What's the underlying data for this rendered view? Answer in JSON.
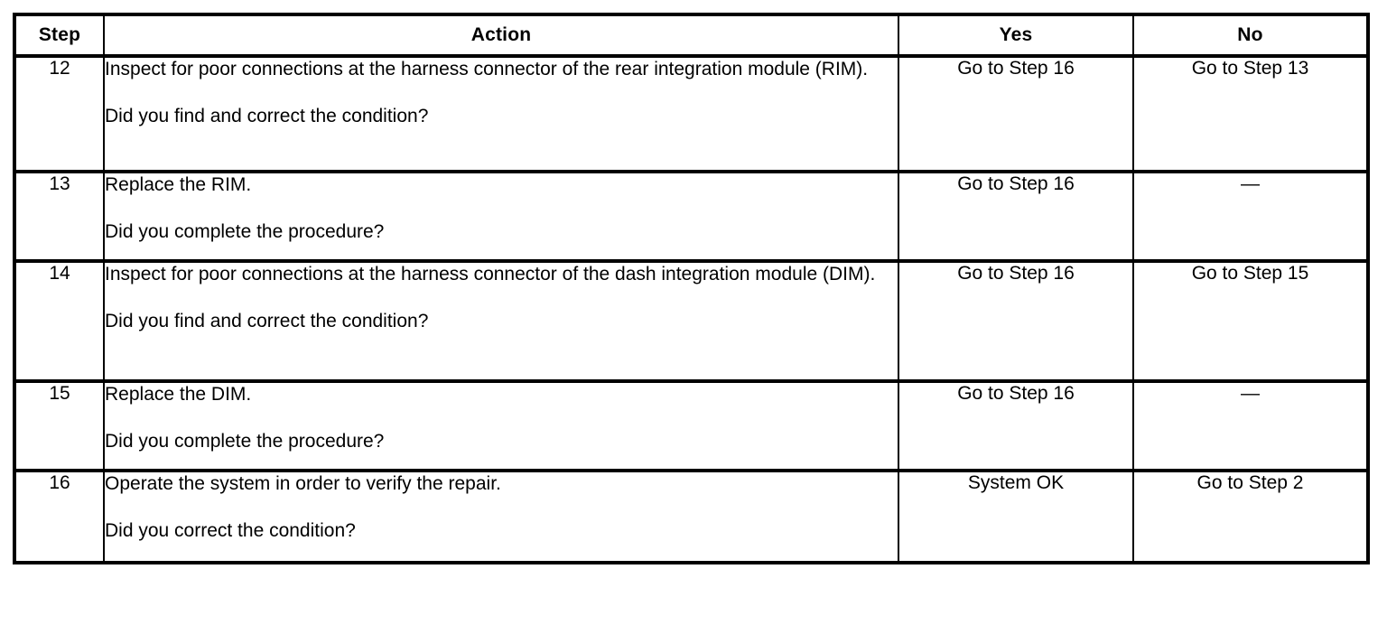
{
  "table": {
    "columns": [
      {
        "key": "step",
        "label": "Step"
      },
      {
        "key": "action",
        "label": "Action"
      },
      {
        "key": "yes",
        "label": "Yes"
      },
      {
        "key": "no",
        "label": "No"
      }
    ],
    "rows": [
      {
        "step": "12",
        "action_lead": "Inspect for poor connections at the harness connector of the rear integration module (RIM).",
        "action_question": "Did you find and correct the condition?",
        "yes": "Go to Step 16",
        "no": "Go to Step 13"
      },
      {
        "step": "13",
        "action_lead": "Replace the RIM.",
        "action_question": "Did you complete the procedure?",
        "yes": "Go to Step 16",
        "no": "—"
      },
      {
        "step": "14",
        "action_lead": "Inspect for poor connections at the harness connector of the dash integration module (DIM).",
        "action_question": "Did you find and correct the condition?",
        "yes": "Go to Step 16",
        "no": "Go to Step 15"
      },
      {
        "step": "15",
        "action_lead": "Replace the DIM.",
        "action_question": "Did you complete the procedure?",
        "yes": "Go to Step 16",
        "no": "—"
      },
      {
        "step": "16",
        "action_lead": "Operate the system in order to verify the repair.",
        "action_question": "Did you correct the condition?",
        "yes": "System OK",
        "no": "Go to Step 2"
      }
    ]
  },
  "colors": {
    "border": "#000000",
    "text": "#000000",
    "background": "#ffffff"
  }
}
